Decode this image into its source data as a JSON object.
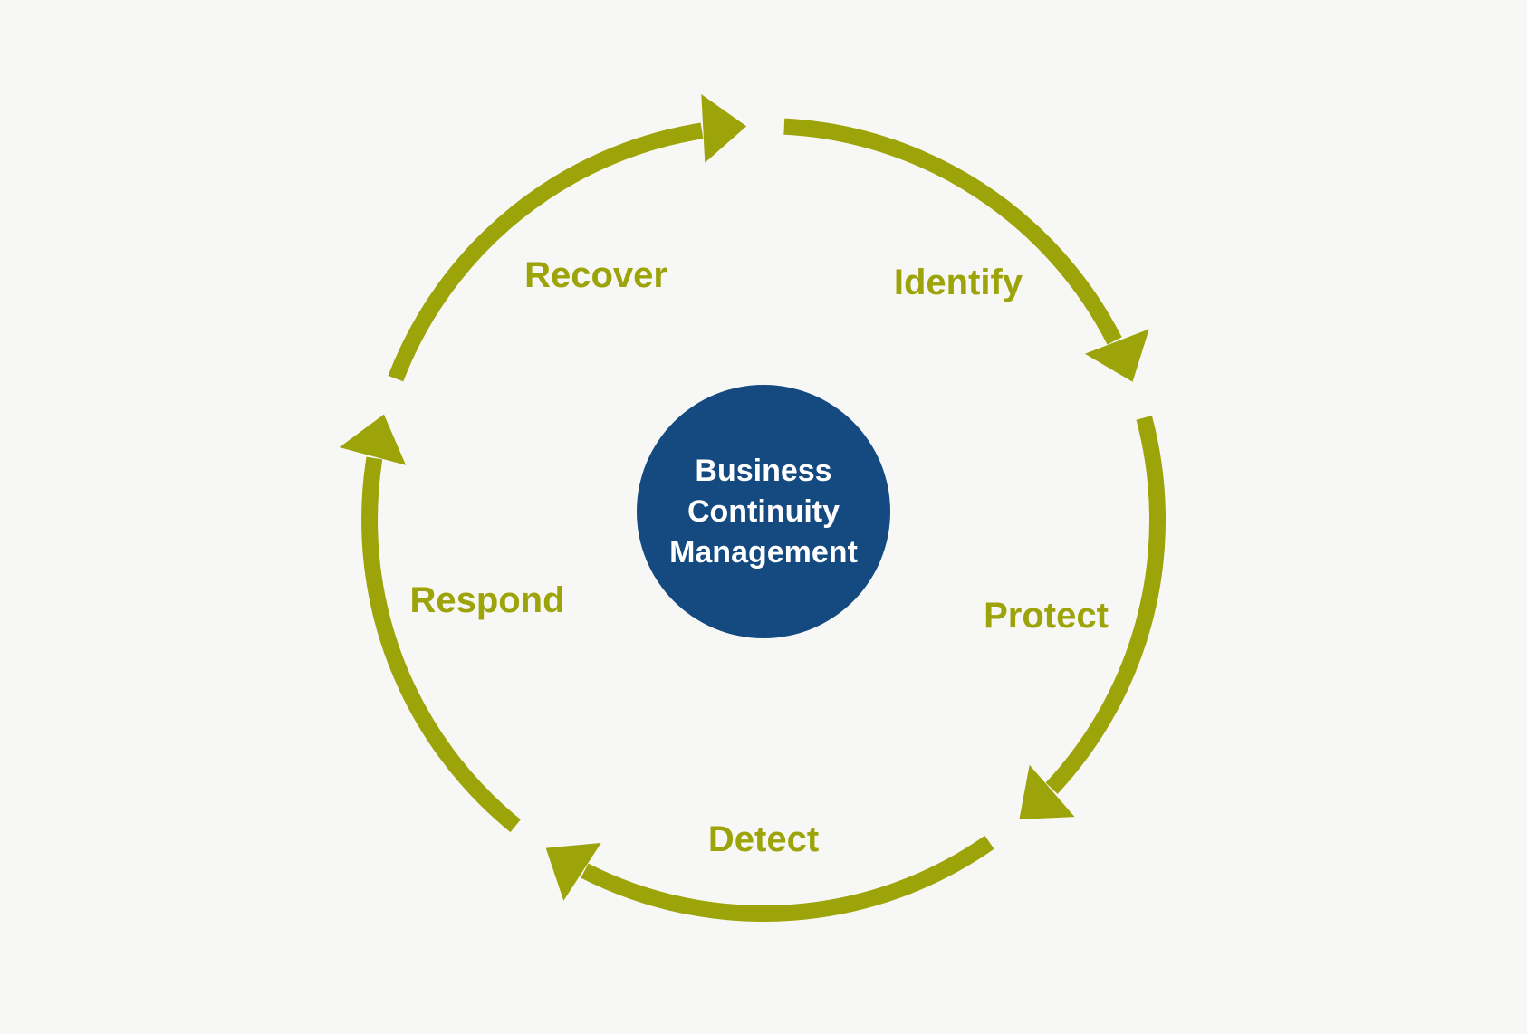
{
  "page": {
    "background": "#f7f7f5"
  },
  "colors": {
    "accent": "#9ca40a",
    "center_fill": "#144a80",
    "center_text": "#ffffff"
  },
  "center": {
    "lines": [
      "Business",
      "Continuity",
      "Management"
    ]
  },
  "stages": [
    {
      "id": "recover",
      "label": "Recover"
    },
    {
      "id": "identify",
      "label": "Identify"
    },
    {
      "id": "protect",
      "label": "Protect"
    },
    {
      "id": "detect",
      "label": "Detect"
    },
    {
      "id": "respond",
      "label": "Respond"
    }
  ],
  "ring": {
    "direction": "clockwise",
    "segments": [
      {
        "name": "recover",
        "start": 201,
        "end": 261,
        "tip": 267
      },
      {
        "name": "identify",
        "start": 273,
        "end": 333,
        "tip": 339
      },
      {
        "name": "protect",
        "start": 345,
        "end": 403,
        "tip": 409
      },
      {
        "name": "detect",
        "start": 55,
        "end": 117,
        "tip": 123
      },
      {
        "name": "respond",
        "start": 129,
        "end": 189,
        "tip": 195
      }
    ]
  }
}
